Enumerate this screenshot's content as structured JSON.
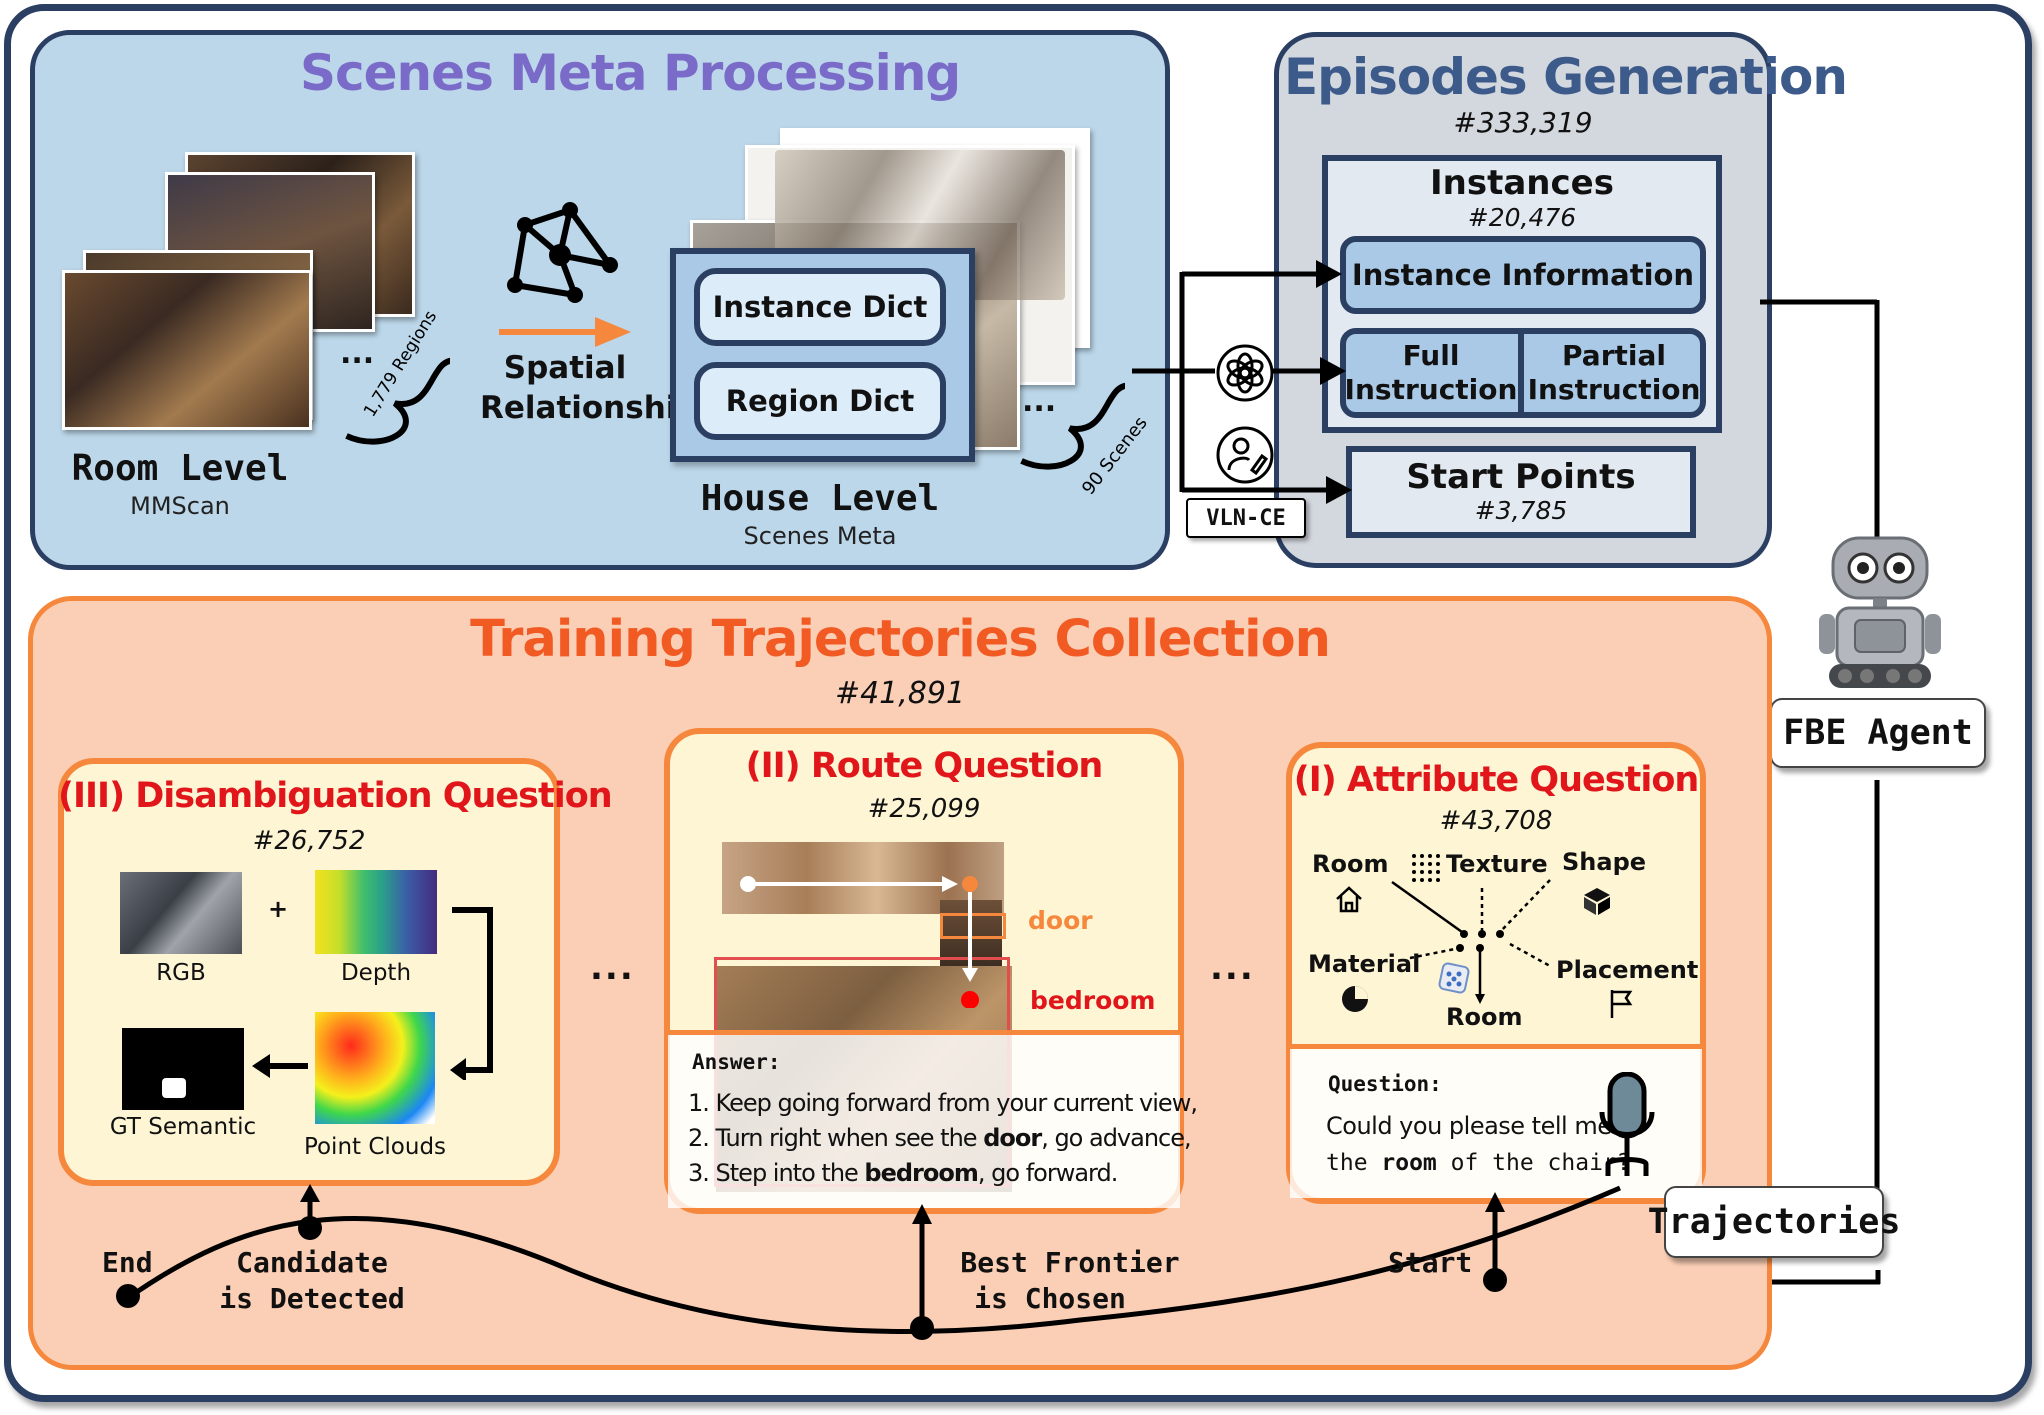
{
  "scenes_meta": {
    "title": "Scenes Meta Processing",
    "room_level": "Room Level",
    "room_source": "MMScan",
    "regions_count": "1,779 Regions",
    "spatial_relationship": "Spatial Relationship",
    "instance_dict": "Instance Dict",
    "region_dict": "Region Dict",
    "house_level": "House Level",
    "house_source": "Scenes Meta",
    "scenes_count": "90 Scenes",
    "dots": "..."
  },
  "episodes": {
    "title": "Episodes Generation",
    "count": "#333,319",
    "instances_title": "Instances",
    "instances_count": "#20,476",
    "instance_information": "Instance Information",
    "full_instruction": "Full Instruction",
    "partial_instruction": "Partial Instruction",
    "start_points_title": "Start Points",
    "start_points_count": "#3,785",
    "vlnce_label": "VLN-CE"
  },
  "training": {
    "title": "Training Trajectories Collection",
    "count": "#41,891",
    "ellipsis": "...",
    "disambiguation": {
      "title": "(III) Disambiguation Question",
      "count": "#26,752",
      "rgb": "RGB",
      "plus": "+",
      "depth": "Depth",
      "gt_semantic": "GT Semantic",
      "point_clouds": "Point Clouds"
    },
    "route": {
      "title": "(II) Route Question",
      "count": "#25,099",
      "door": "door",
      "bedroom": "bedroom",
      "answer_label": "Answer:",
      "lines": [
        {
          "pre": "1. Keep going forward from your current view,",
          "bold": "",
          "post": ""
        },
        {
          "pre": "2. Turn right when see the ",
          "bold": "door",
          "post": ", go advance,"
        },
        {
          "pre": "3. Step into the ",
          "bold": "bedroom",
          "post": ", go forward."
        }
      ]
    },
    "attribute": {
      "title": "(I) Attribute Question",
      "count": "#43,708",
      "room": "Room",
      "texture": "Texture",
      "shape": "Shape",
      "material": "Material",
      "placement": "Placement",
      "room_bottom": "Room",
      "question_label": "Question:",
      "question_line1": "Could you please tell me",
      "question_pre": "the ",
      "question_bold": "room",
      "question_post": " of the chair?"
    },
    "timeline": {
      "end": "End",
      "candidate_1": "Candidate",
      "candidate_2": "is Detected",
      "best_1": "Best Frontier",
      "best_2": "is Chosen",
      "start": "Start"
    }
  },
  "agent": {
    "fbe_agent": "FBE Agent",
    "trajectories": "Trajectories"
  },
  "colors": {
    "blue_panel": "#bcd7ea",
    "gray_panel": "#d3d7de",
    "orange_panel": "#fbcfb5",
    "yellow_box": "#fdf5d4",
    "navy": "#2b3f63",
    "purple_title": "#7a6bc9",
    "orange_title": "#f15a22",
    "red_title": "#e0161b",
    "orange_stroke": "#f5883c"
  },
  "icons": [
    "graph-icon",
    "openai-icon",
    "pen-user-icon",
    "robot-icon",
    "house-icon",
    "dots-grid-icon",
    "cube-icon",
    "pie-icon",
    "dice-icon",
    "flag-icon",
    "microphone-icon"
  ]
}
